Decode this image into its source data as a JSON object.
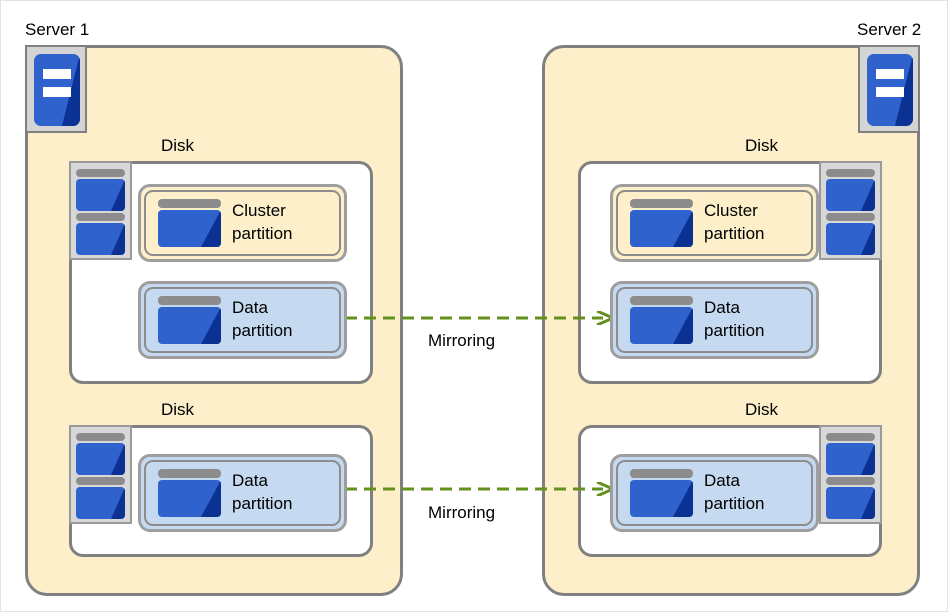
{
  "diagram": {
    "title_left": "Server 1",
    "title_right": "Server 2",
    "disk_label": "Disk",
    "mirroring_label": "Mirroring",
    "cluster_partition_label": "Cluster\npartition",
    "data_partition_label": "Data\npartition",
    "colors": {
      "server_panel_bg": "#fdefca",
      "panel_border": "#808080",
      "disk_box_bg": "#ffffff",
      "data_partition_bg": "#c5daf0",
      "cluster_partition_bg": "#fdefca",
      "glyph_blue_light": "#2f62cc",
      "glyph_blue_dark": "#0b3192",
      "glyph_gray": "#8c8c8c",
      "arrow_green": "#64901e"
    }
  },
  "servers": [
    {
      "name": "Server 1",
      "side": "left",
      "disks": [
        {
          "label": "Disk",
          "partitions": [
            {
              "type": "cluster",
              "label": "Cluster\npartition"
            },
            {
              "type": "data",
              "label": "Data\npartition"
            }
          ]
        },
        {
          "label": "Disk",
          "partitions": [
            {
              "type": "data",
              "label": "Data\npartition"
            }
          ]
        }
      ]
    },
    {
      "name": "Server 2",
      "side": "right",
      "disks": [
        {
          "label": "Disk",
          "partitions": [
            {
              "type": "cluster",
              "label": "Cluster\npartition"
            },
            {
              "type": "data",
              "label": "Data\npartition"
            }
          ]
        },
        {
          "label": "Disk",
          "partitions": [
            {
              "type": "data",
              "label": "Data\npartition"
            }
          ]
        }
      ]
    }
  ],
  "connections": [
    {
      "label": "Mirroring",
      "from": "server1-disk1-data-partition",
      "to": "server2-disk1-data-partition"
    },
    {
      "label": "Mirroring",
      "from": "server1-disk2-data-partition",
      "to": "server2-disk2-data-partition"
    }
  ]
}
